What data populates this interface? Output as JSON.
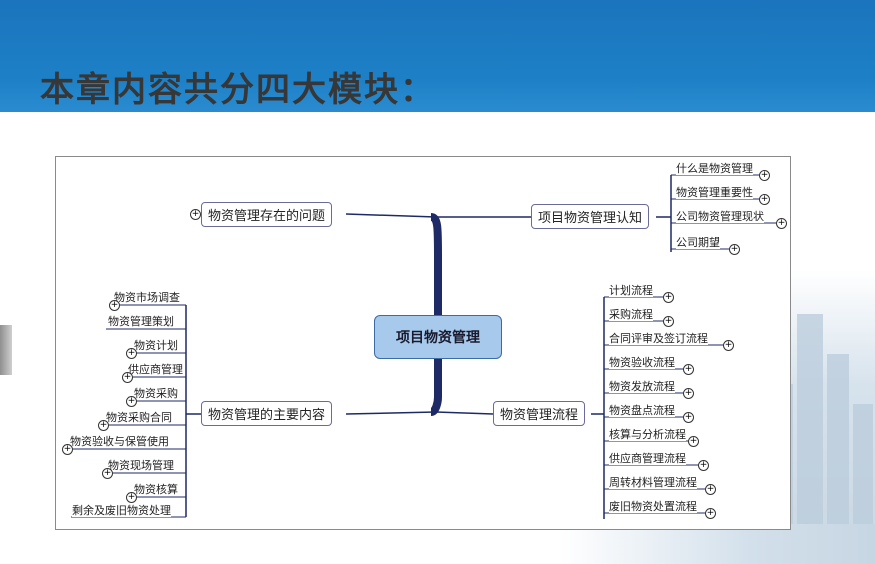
{
  "slide": {
    "title": "本章内容共分四大模块："
  },
  "mindmap": {
    "center": "项目物资管理",
    "branches": {
      "top_left": {
        "label": "物资管理存在的问题"
      },
      "top_right": {
        "label": "项目物资管理认知",
        "children": [
          "什么是物资管理",
          "物资管理重要性",
          "公司物资管理现状",
          "公司期望"
        ]
      },
      "bottom_left": {
        "label": "物资管理的主要内容",
        "children": [
          "物资市场调查",
          "物资管理策划",
          "物资计划",
          "供应商管理",
          "物资采购",
          "物资采购合同",
          "物资验收与保管使用",
          "物资现场管理",
          "物资核算",
          "剩余及废旧物资处理"
        ]
      },
      "bottom_right": {
        "label": "物资管理流程",
        "children": [
          "计划流程",
          "采购流程",
          "合同评审及签订流程",
          "物资验收流程",
          "物资发放流程",
          "物资盘点流程",
          "核算与分析流程",
          "供应商管理流程",
          "周转材料管理流程",
          "废旧物资处置流程"
        ]
      }
    },
    "colors": {
      "line": "#1e2a66",
      "center_fill": "#a7c9ec",
      "header": "#1d7ac4"
    },
    "expand_icon": "plus-circle-icon"
  }
}
